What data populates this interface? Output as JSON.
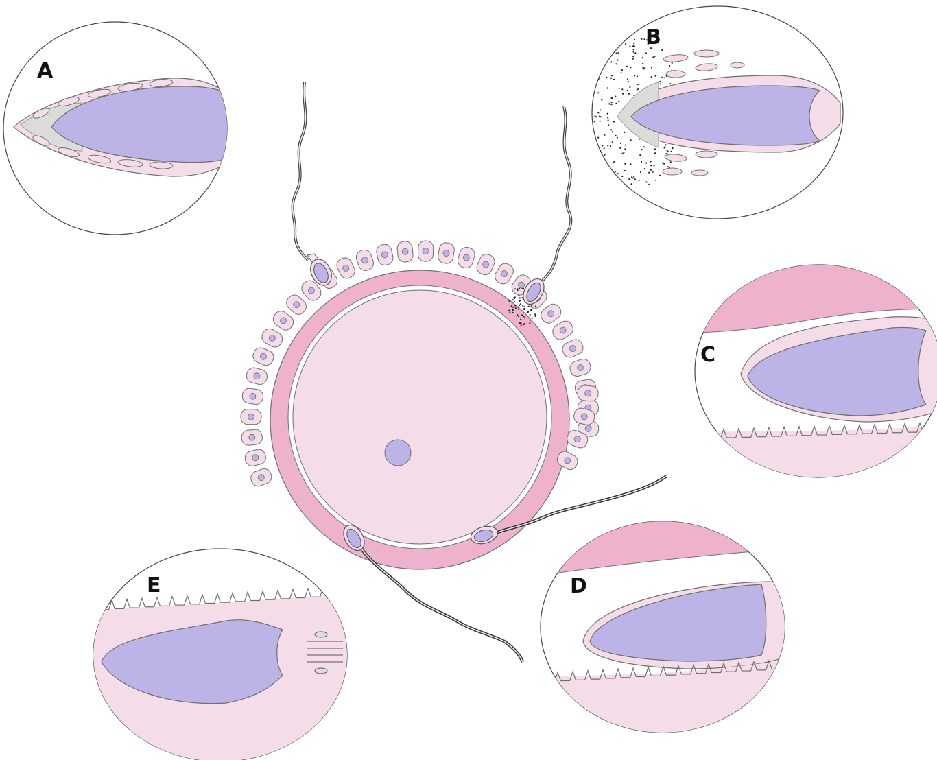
{
  "panels": [
    {
      "id": "A",
      "label": "A"
    },
    {
      "id": "B",
      "label": "B"
    },
    {
      "id": "C",
      "label": "C"
    },
    {
      "id": "D",
      "label": "D"
    },
    {
      "id": "E",
      "label": "E"
    }
  ],
  "colors": {
    "nucleus": "#bcb4e6",
    "cytoplasm": "#f4dde9",
    "zona_pellucida": "#efb2cc",
    "acrosome_vesicle": "#d9dcd9",
    "outline": "#6f6f6f",
    "background": "#ffffff"
  }
}
